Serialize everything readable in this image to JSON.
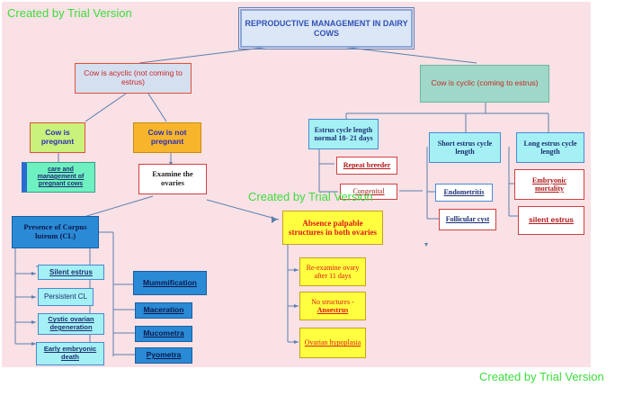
{
  "title": "REPRODUCTIVE MANAGEMENT IN DAIRY COWS",
  "watermark": "Created by Trial Version",
  "nodes": {
    "acyclic": "Cow is acyclic  (not coming to estrus)",
    "cyclic": "Cow is cyclic (coming to estrus)",
    "pregnant": "Cow is pregnant",
    "not_pregnant": "Cow is not pregnant",
    "care": "care and management of pregnant cows",
    "examine": "Examine the ovaries",
    "corpus_luteum": "Presence of Corpus luteum (CL)",
    "absence": "Absence palpable structures in both ovaries",
    "reexamine": "Re-examine ovary after 11 days",
    "no_structures": "No structures -",
    "anoestrus": "Anoestrus",
    "ovarian_hypoplasia": "Ovarian hypoplasia",
    "silent_estrus_cl": "Silent estrus",
    "persistent_cl": "Persistent CL",
    "cystic": "Cystic ovarian degeneration",
    "early_death": "Early embryonic death",
    "mummification": "Mummification",
    "maceration": "Maceration",
    "mucometra": "Mucometra",
    "pyometra": "Pyometra",
    "estrus_normal": "Estrus cycle length normal 18- 21 days",
    "repeat_breeder": "Repeat breeder",
    "congenital": "Congenital",
    "short_estrus": "Short estrus cycle length",
    "long_estrus": "Long estrus cycle length",
    "endometritis": "Endometritis",
    "follicular_cyst": "Follicular cyst",
    "embryonic_mortality": "Embryonic mortality",
    "silent_estrus_long": "silent estrus"
  },
  "colors": {
    "panel": "#f9e1e5",
    "title_fill": "#dbe6f6",
    "acyclic_fill": "#d4dff0",
    "acyclic_border": "#e0503a",
    "cyclic_fill": "#9fd8c8",
    "pregnant_fill": "#c8f27a",
    "not_pregnant_fill": "#f7b52c",
    "care_fill": "#6ff0c0",
    "cl_fill": "#2b8ad6",
    "absence_fill": "#ffff40",
    "cyan_fill": "#a4f0f4",
    "red_text": "#b01818",
    "navy_text": "#1c2f73",
    "watermark": "#3ddc3d"
  }
}
